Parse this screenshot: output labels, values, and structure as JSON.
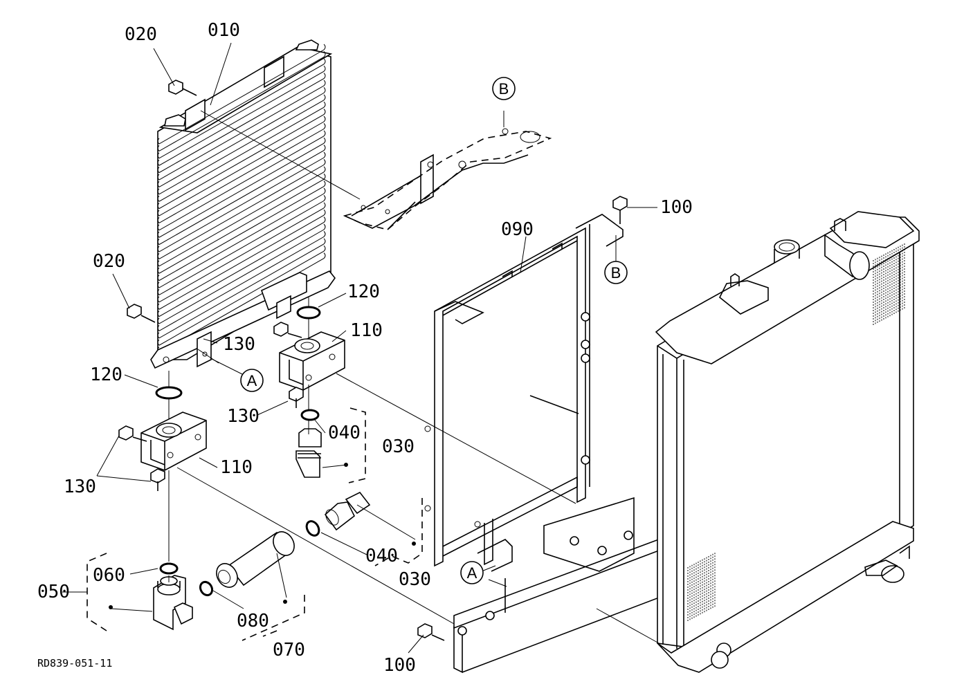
{
  "figure_code": "RD839-051-11",
  "callouts": {
    "c020a": "020",
    "c010": "010",
    "c020b": "020",
    "c120a": "120",
    "c120b": "120",
    "c110a": "110",
    "c110b": "110",
    "c130a": "130",
    "c130b": "130",
    "c130c": "130",
    "c040a": "040",
    "c040b": "040",
    "c030a": "030",
    "c030b": "030",
    "c050": "050",
    "c060": "060",
    "c070": "070",
    "c080": "080",
    "c090": "090",
    "c100a": "100",
    "c100b": "100"
  },
  "refs": {
    "a1": "A",
    "a2": "A",
    "b1": "B",
    "b2": "B"
  }
}
